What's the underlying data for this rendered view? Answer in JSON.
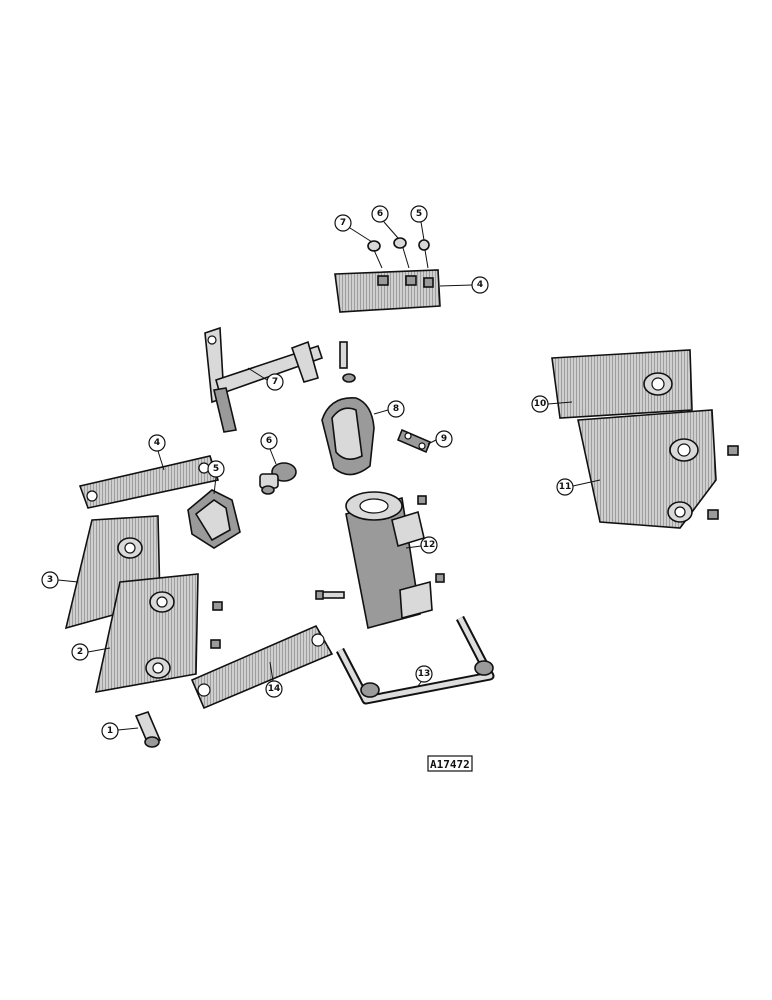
{
  "diagram": {
    "reference_code": "A17472",
    "callouts": [
      {
        "id": "c7-top",
        "label": "7"
      },
      {
        "id": "c6-top",
        "label": "6"
      },
      {
        "id": "c5-top",
        "label": "5"
      },
      {
        "id": "c4-top",
        "label": "4"
      },
      {
        "id": "c7-mid",
        "label": "7"
      },
      {
        "id": "c8",
        "label": "8"
      },
      {
        "id": "c9",
        "label": "9"
      },
      {
        "id": "c6-mid",
        "label": "6"
      },
      {
        "id": "c4-left",
        "label": "4"
      },
      {
        "id": "c5-left",
        "label": "5"
      },
      {
        "id": "c10",
        "label": "10"
      },
      {
        "id": "c11",
        "label": "11"
      },
      {
        "id": "c12",
        "label": "12"
      },
      {
        "id": "c3",
        "label": "3"
      },
      {
        "id": "c2",
        "label": "2"
      },
      {
        "id": "c14",
        "label": "14"
      },
      {
        "id": "c13",
        "label": "13"
      },
      {
        "id": "c1",
        "label": "1"
      }
    ]
  }
}
